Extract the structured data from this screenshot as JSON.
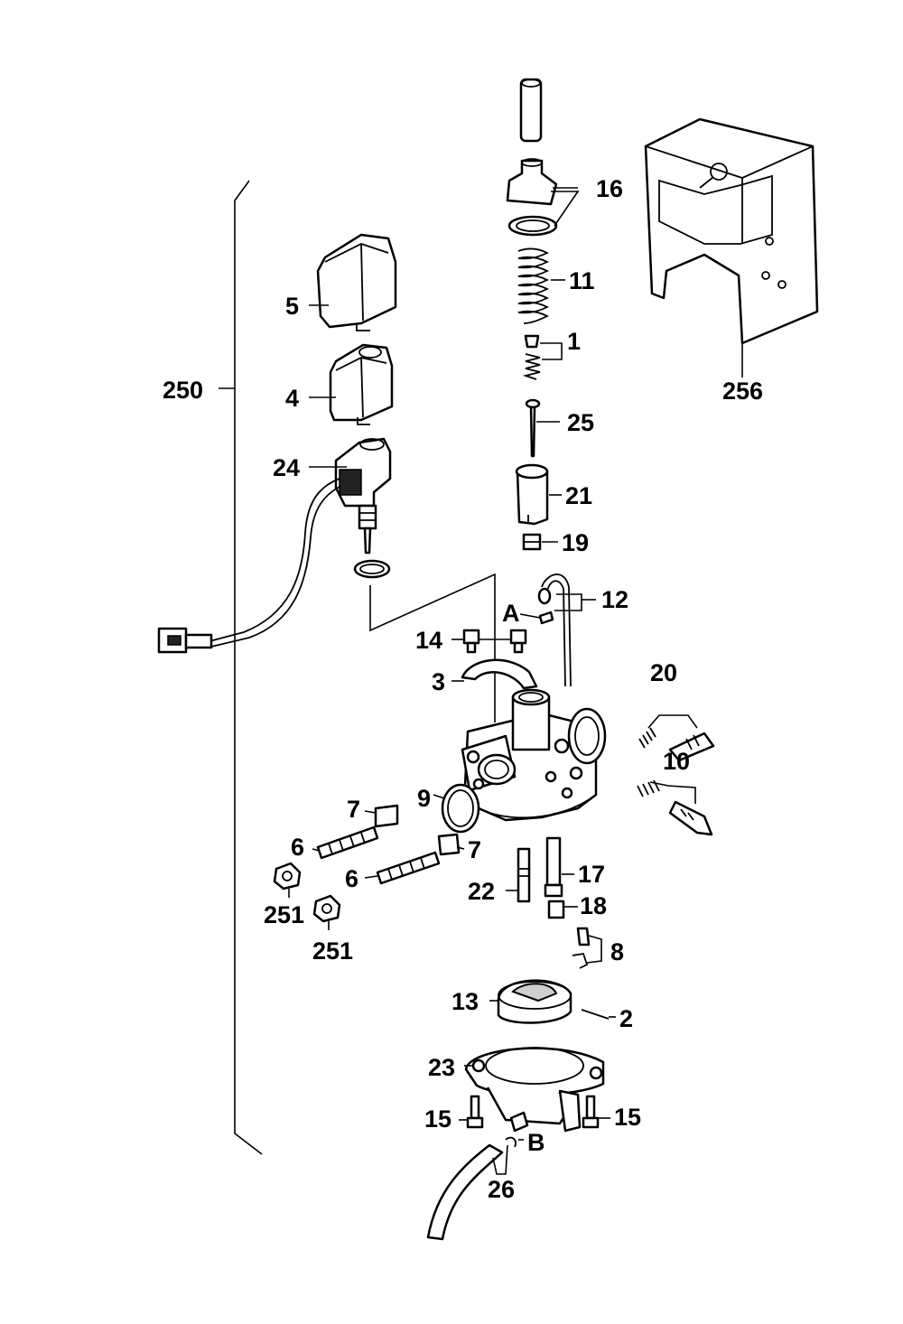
{
  "labels": {
    "p1": "1",
    "p2": "2",
    "p3": "3",
    "p4": "4",
    "p5": "5",
    "p6a": "6",
    "p6b": "6",
    "p7a": "7",
    "p7b": "7",
    "p8": "8",
    "p9": "9",
    "p10": "10",
    "p11": "11",
    "p12": "12",
    "p13": "13",
    "p14": "14",
    "p15a": "15",
    "p15b": "15",
    "p16": "16",
    "p17": "17",
    "p18": "18",
    "p19": "19",
    "p20": "20",
    "p21": "21",
    "p22": "22",
    "p23": "23",
    "p24": "24",
    "p25": "25",
    "p26": "26",
    "p250": "250",
    "p251a": "251",
    "p251b": "251",
    "p256": "256",
    "pA": "A",
    "pB": "B"
  }
}
